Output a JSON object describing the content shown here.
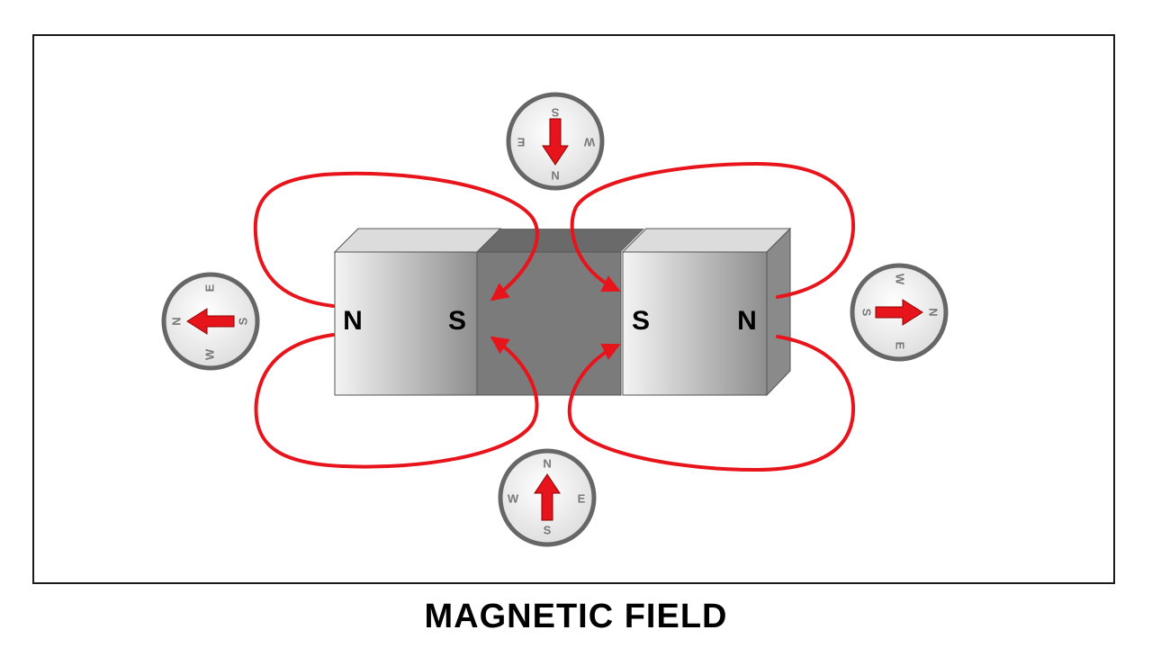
{
  "title": "MAGNETIC FIELD",
  "colors": {
    "field_line": "#e8141b",
    "arrow": "#e8141b",
    "compass_ring": "#666666",
    "magnet_light": "#f2f2f2",
    "magnet_dark": "#8c8c8c",
    "gap": "#7a7a7a"
  },
  "magnets": [
    {
      "id": "left",
      "pole_left": "N",
      "pole_right": "S"
    },
    {
      "id": "right",
      "pole_left": "S",
      "pole_right": "N"
    }
  ],
  "compasses": [
    {
      "id": "top",
      "needle": "down",
      "letters": {
        "top": "S",
        "bottom": "N",
        "left": "E",
        "right": "W"
      }
    },
    {
      "id": "bottom",
      "needle": "up",
      "letters": {
        "top": "N",
        "bottom": "S",
        "left": "W",
        "right": "E"
      }
    },
    {
      "id": "left",
      "needle": "left",
      "letters": {
        "top": "E",
        "bottom": "W",
        "left": "N",
        "right": "S"
      }
    },
    {
      "id": "right",
      "needle": "right",
      "letters": {
        "top": "W",
        "bottom": "E",
        "left": "S",
        "right": "N"
      }
    }
  ]
}
